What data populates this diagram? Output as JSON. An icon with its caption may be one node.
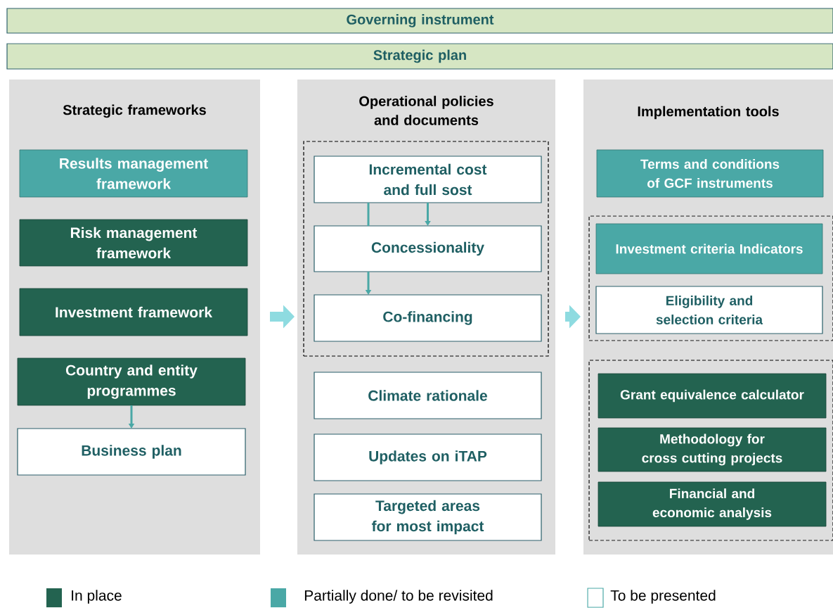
{
  "diagram": {
    "nodes": [
      {
        "text": [
          "Governing instrument"
        ]
      },
      {
        "text": [
          "Strategic plan"
        ]
      },
      {
        "text": [
          "Strategic frameworks"
        ]
      },
      {
        "text": [
          "Results management framework"
        ],
        "in": 2
      },
      {
        "text": [
          "Risk management framework"
        ],
        "in": 2
      },
      {
        "text": [
          "Investment  framework"
        ],
        "in": 2
      },
      {
        "text": [
          "Country and entity programmes"
        ],
        "in": 2
      },
      {
        "text": [
          "Business plan"
        ],
        "in": 2
      },
      {
        "text": [
          "Operational policies and documents"
        ]
      },
      {
        "text": [],
        "shape": "box",
        "in": 8
      },
      {
        "text": [
          "Incremental cost and full sost"
        ],
        "in": 9
      },
      {
        "text": [
          "Concessionality"
        ],
        "in": 9
      },
      {
        "text": [
          "Co-financing"
        ],
        "in": 9
      },
      {
        "text": [
          "Climate rationale"
        ],
        "in": 8
      },
      {
        "text": [
          "Updates on iTAP"
        ],
        "in": 8
      },
      {
        "text": [
          "Targeted areas for most impact"
        ],
        "in": 8
      },
      {
        "text": [
          "Implementation tools"
        ]
      },
      {
        "text": [
          "Terms and conditions of GCF instruments"
        ],
        "in": 16
      },
      {
        "text": [],
        "shape": "box",
        "in": 16
      },
      {
        "text": [
          "Investment criteria Indicators"
        ],
        "in": 18
      },
      {
        "text": [
          "Eligibility and selection criteria"
        ],
        "in": 18
      },
      {
        "text": [],
        "shape": "box",
        "in": 16
      },
      {
        "text": [
          "Grant equivalence calculator"
        ],
        "in": 21
      },
      {
        "text": [
          "Methodology for cross cutting projects"
        ],
        "in": 21
      },
      {
        "text": [
          "Financial and economic analysis"
        ],
        "in": 21
      }
    ],
    "edges": [
      {
        "from": 6,
        "to": 7,
        "arrow": "to"
      },
      {
        "from": 10,
        "to": 11,
        "arrow": "none"
      },
      {
        "from": 10,
        "to": 11,
        "arrow": "to"
      },
      {
        "from": 11,
        "to": 12,
        "arrow": "to"
      },
      {
        "from": 2,
        "to": 8,
        "arrow": "to",
        "style": "thick",
        "color": "#8edbe0"
      },
      {
        "from": 8,
        "to": 16,
        "arrow": "to",
        "style": "thick",
        "color": "#8edbe0"
      }
    ],
    "legend": [
      {
        "text": "In place",
        "color": "#236350"
      },
      {
        "text": "Partially done/ to be revisited",
        "color": "#4aa8a6"
      },
      {
        "text": "To be presented"
      }
    ]
  }
}
